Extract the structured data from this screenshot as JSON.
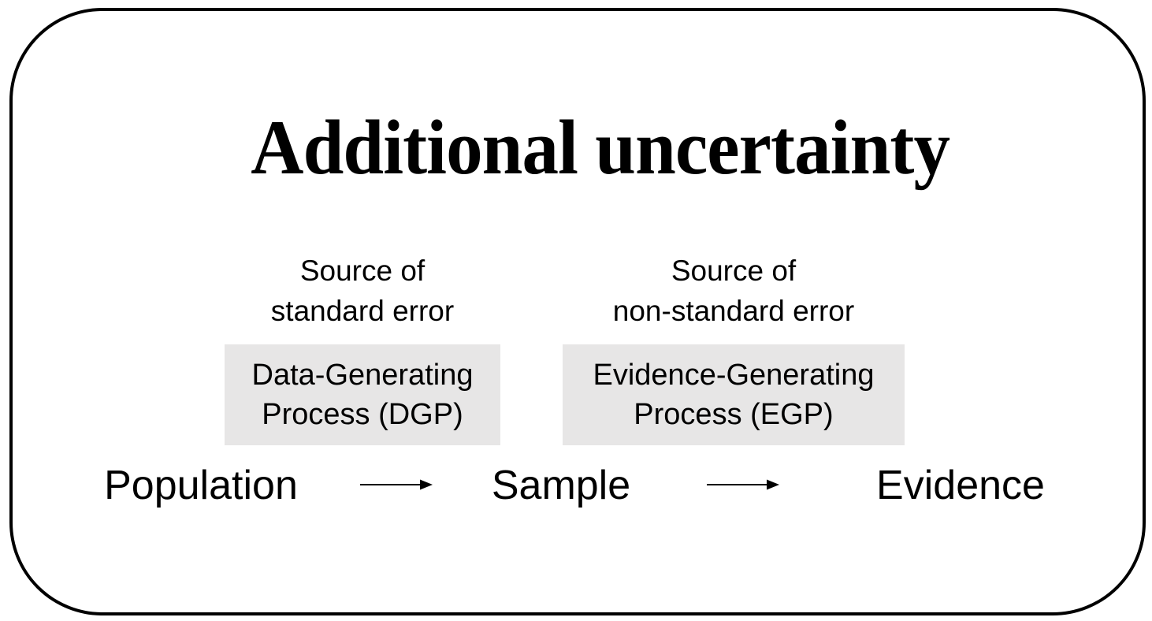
{
  "title": "Additional uncertainty",
  "colors": {
    "background": "#ffffff",
    "frame_border": "#000000",
    "text": "#000000",
    "process_box_bg": "#e7e6e6"
  },
  "columns": [
    {
      "source_label": [
        "Source of",
        "standard error"
      ],
      "process_box": [
        "Data-Generating",
        "Process (DGP)"
      ]
    },
    {
      "source_label": [
        "Source of",
        "non-standard error"
      ],
      "process_box": [
        "Evidence-Generating",
        "Process (EGP)"
      ]
    }
  ],
  "flow": {
    "nodes": [
      "Population",
      "Sample",
      "Evidence"
    ],
    "arrow_icon": "right-arrow"
  }
}
